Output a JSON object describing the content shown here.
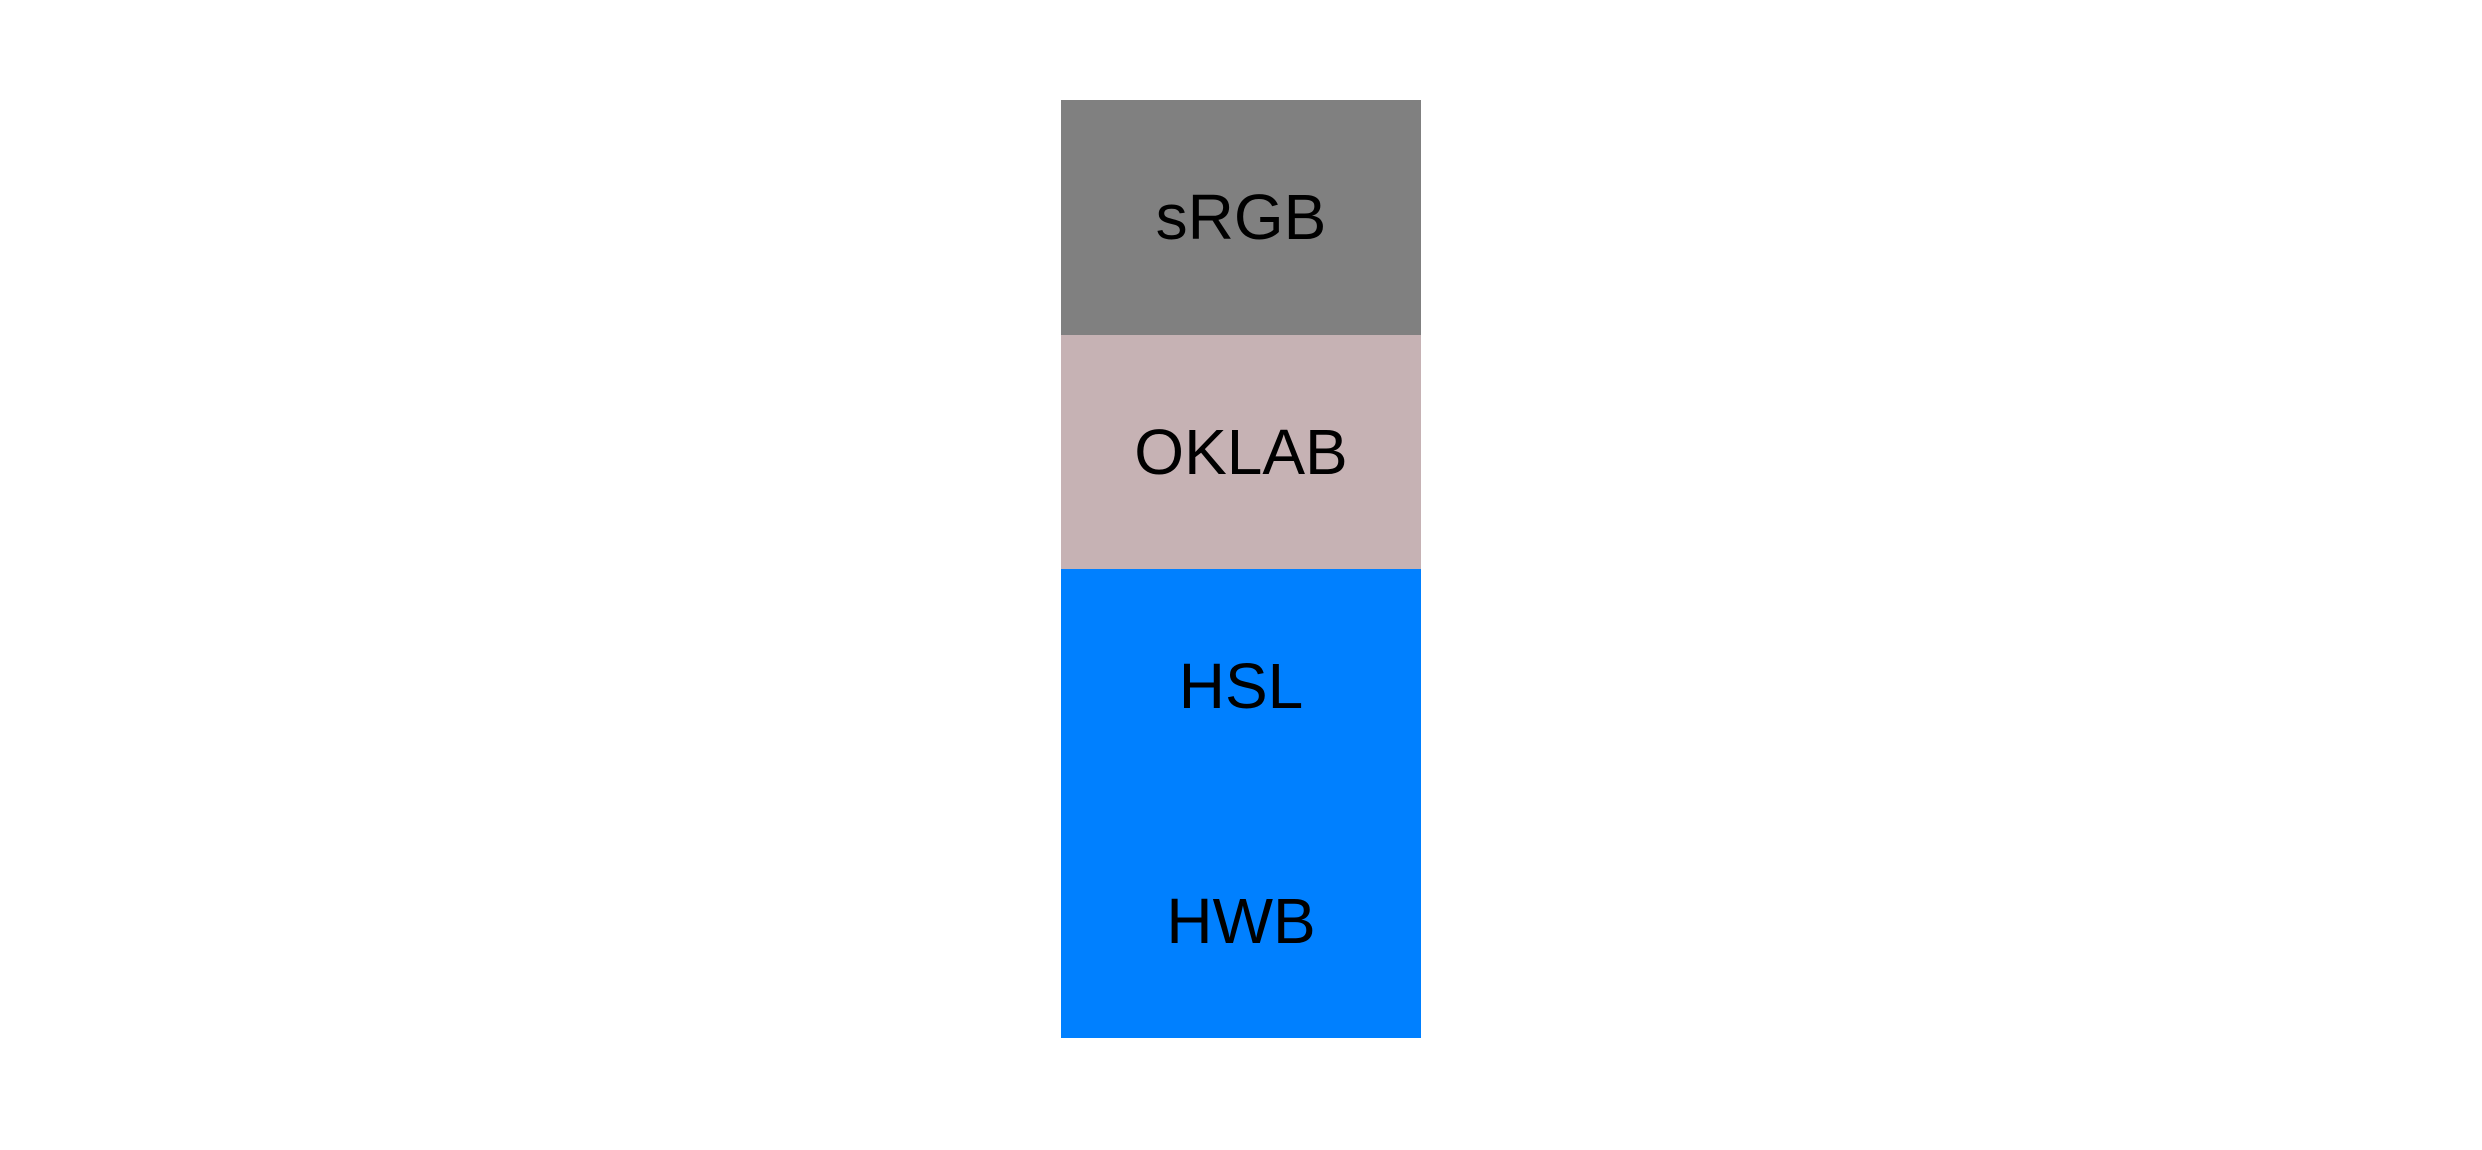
{
  "page": {
    "background_color": "#ffffff",
    "text_color": "#000000"
  },
  "swatches": [
    {
      "label": "sRGB",
      "color": "#808080"
    },
    {
      "label": "OKLAB",
      "color": "#c6b2b4"
    },
    {
      "label": "HSL",
      "color": "#0080ff"
    },
    {
      "label": "HWB",
      "color": "#0080ff"
    }
  ]
}
